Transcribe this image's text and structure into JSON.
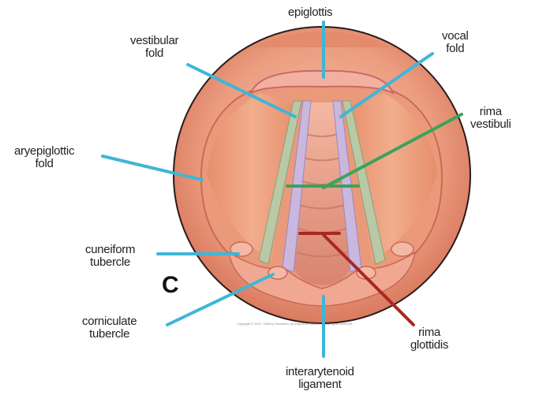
{
  "panel_letter": "C",
  "copyright": "Copyright © 2012, 2008 by Saunders, an imprint of Elsevier Inc. All rights reserved.",
  "colors": {
    "pointer_blue": "#3fb6d6",
    "pointer_green": "#3aa35a",
    "pointer_red": "#a8281f",
    "tissue": "#e9967a",
    "outline": "#2a1a1a"
  },
  "labels": {
    "epiglottis": "epiglottis",
    "vestibular_fold": [
      "vestibular",
      "fold"
    ],
    "vocal_fold": [
      "vocal",
      "fold"
    ],
    "rima_vestibuli": [
      "rima",
      "vestibuli"
    ],
    "aryepiglottic_fold": [
      "aryepiglottic",
      "fold"
    ],
    "cuneiform_tubercle": [
      "cuneiform",
      "tubercle"
    ],
    "corniculate_tubercle": [
      "corniculate",
      "tubercle"
    ],
    "rima_glottidis": [
      "rima",
      "glottidis"
    ],
    "interarytenoid_ligament": [
      "interarytenoid",
      "ligament"
    ]
  }
}
